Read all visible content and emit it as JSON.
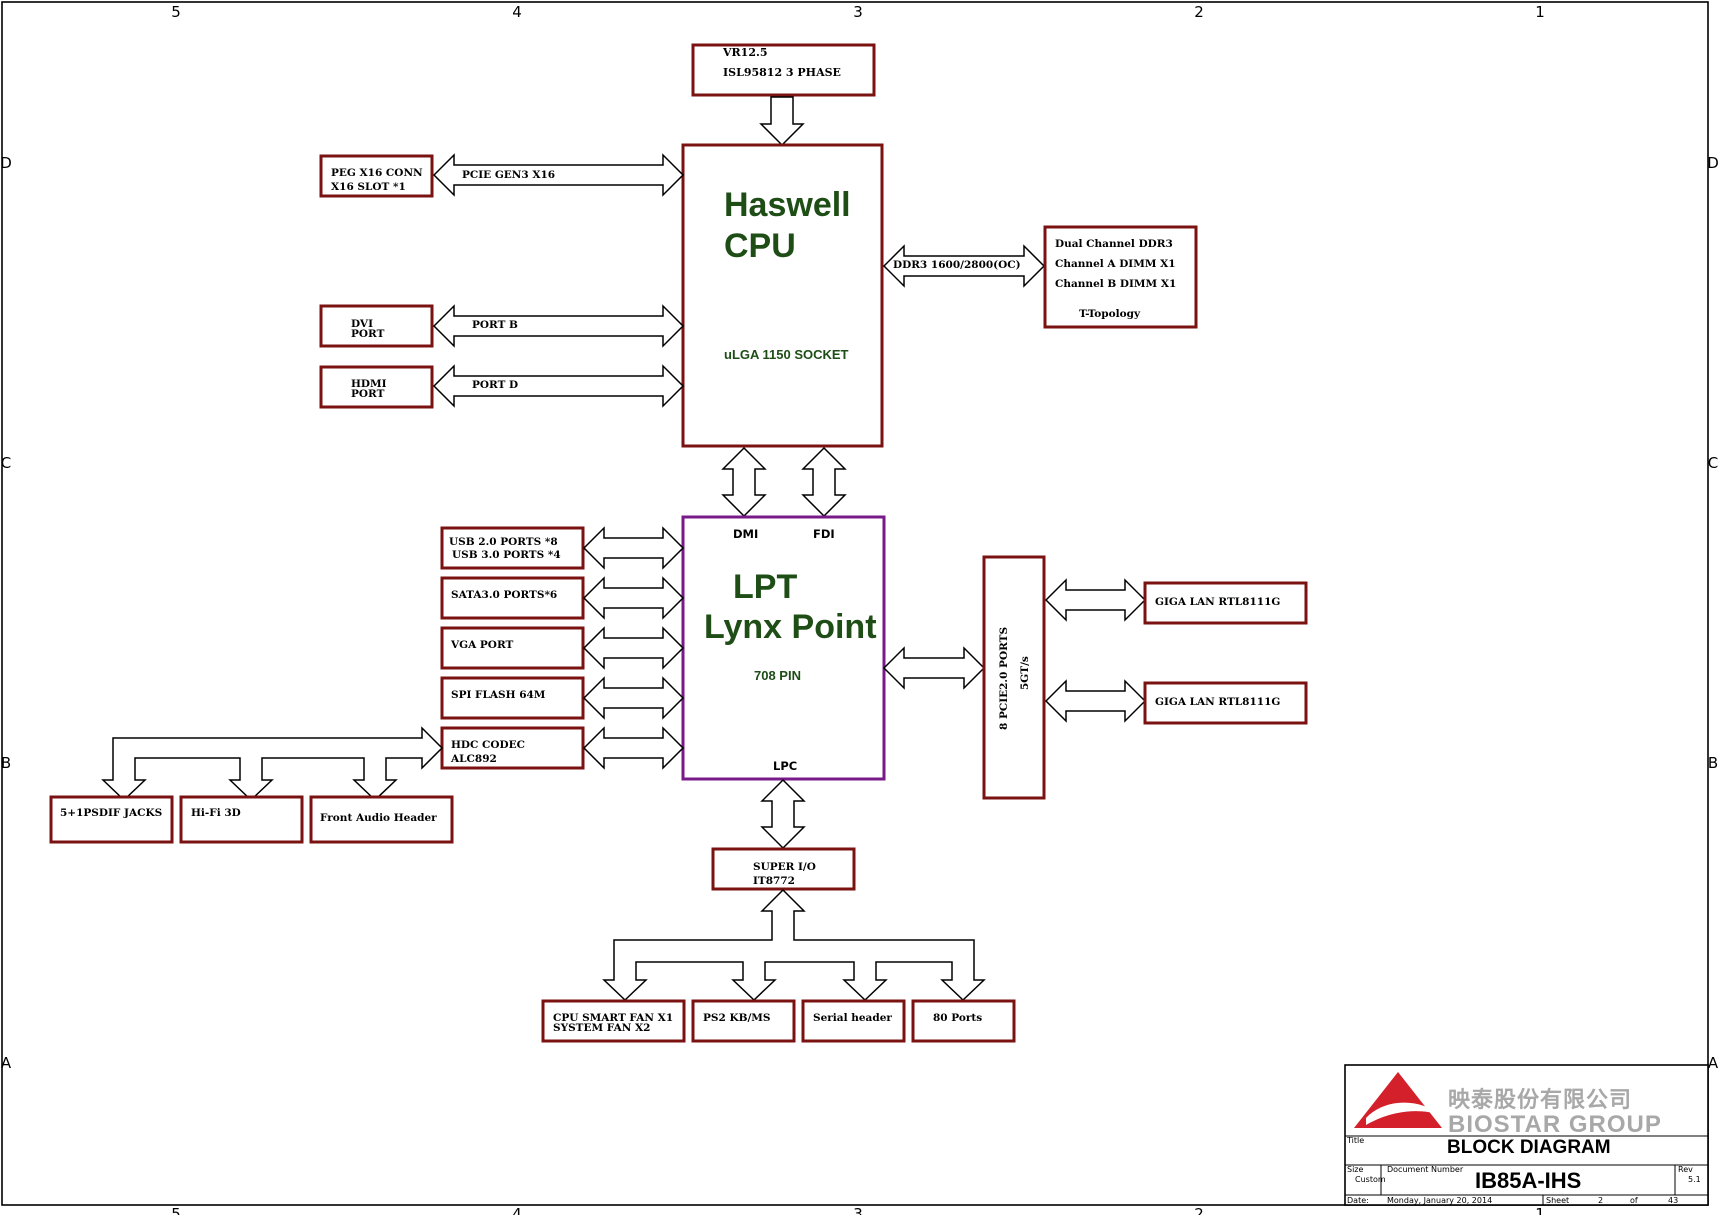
{
  "grid": {
    "top_cols": [
      "5",
      "4",
      "3",
      "2",
      "1"
    ],
    "bottom_cols": [
      "5",
      "4",
      "3",
      "2",
      "1"
    ],
    "left_rows": [
      "D",
      "C",
      "B",
      "A"
    ],
    "right_rows": [
      "D",
      "C",
      "B",
      "A"
    ]
  },
  "vr": {
    "line1": "VR12.5",
    "line2": "ISL95812 3 PHASE"
  },
  "cpu": {
    "title1": "Haswell",
    "title2": "CPU",
    "socket": "uLGA 1150 SOCKET"
  },
  "peg": {
    "line1": "PEG X16 CONN",
    "line2": "X16 SLOT *1",
    "link": "PCIE GEN3 X16"
  },
  "dvi": {
    "line1": "DVI",
    "line2": "PORT",
    "link": "PORT B"
  },
  "hdmi": {
    "line1": "HDMI",
    "line2": "PORT",
    "link": "PORT D"
  },
  "ddr": {
    "link": "DDR3 1600/2800(OC)",
    "line1": "Dual Channel DDR3",
    "line2": "Channel A DIMM X1",
    "line3": "Channel B DIMM X1",
    "line4": "T-Topology"
  },
  "pch": {
    "dmi": "DMI",
    "fdi": "FDI",
    "title1": "LPT",
    "title2": "Lynx Point",
    "pins": "708 PIN",
    "lpc": "LPC"
  },
  "usb": {
    "line1": "USB 2.0 PORTS *8",
    "line2": "USB 3.0 PORTS *4"
  },
  "sata": {
    "label": "SATA3.0 PORTS*6"
  },
  "vga": {
    "label": "VGA PORT"
  },
  "spi": {
    "label": "SPI FLASH 64M"
  },
  "hdc": {
    "line1": "HDC CODEC",
    "line2": "ALC892"
  },
  "audio": {
    "psdif": "5+1PSDIF JACKS",
    "hifi": "Hi-Fi 3D",
    "front": "Front Audio Header"
  },
  "pcie": {
    "line1": "8 PCIE2.0 PORTS",
    "line2": "5GT/s"
  },
  "lan": {
    "lan1": "GIGA LAN RTL8111G",
    "lan2": "GIGA LAN RTL8111G"
  },
  "sio": {
    "line1": "SUPER I/O",
    "line2": "IT8772"
  },
  "sio_children": {
    "fan1": "CPU SMART FAN X1",
    "fan2": "SYSTEM FAN X2",
    "ps2": "PS2 KB/MS",
    "serial": "Serial header",
    "port80": "80 Ports"
  },
  "title_block": {
    "logo_cn": "映泰股份有限公司",
    "logo_en": "BIOSTAR GROUP",
    "title_lbl": "Title",
    "title": "BLOCK DIAGRAM",
    "size_lbl": "Size",
    "size": "Custom",
    "docnum_lbl": "Document Number",
    "docnum": "IB85A-IHS",
    "rev_lbl": "Rev",
    "rev": "5.1",
    "date_lbl": "Date:",
    "date": "Monday, January 20, 2014",
    "sheet_lbl": "Sheet",
    "sheet": "2",
    "of_lbl": "of",
    "total": "43"
  },
  "colors": {
    "box": "#7a1212",
    "pch": "#7a1a8a",
    "title_green": "#1e4d16",
    "logo_red": "#d4202a"
  }
}
